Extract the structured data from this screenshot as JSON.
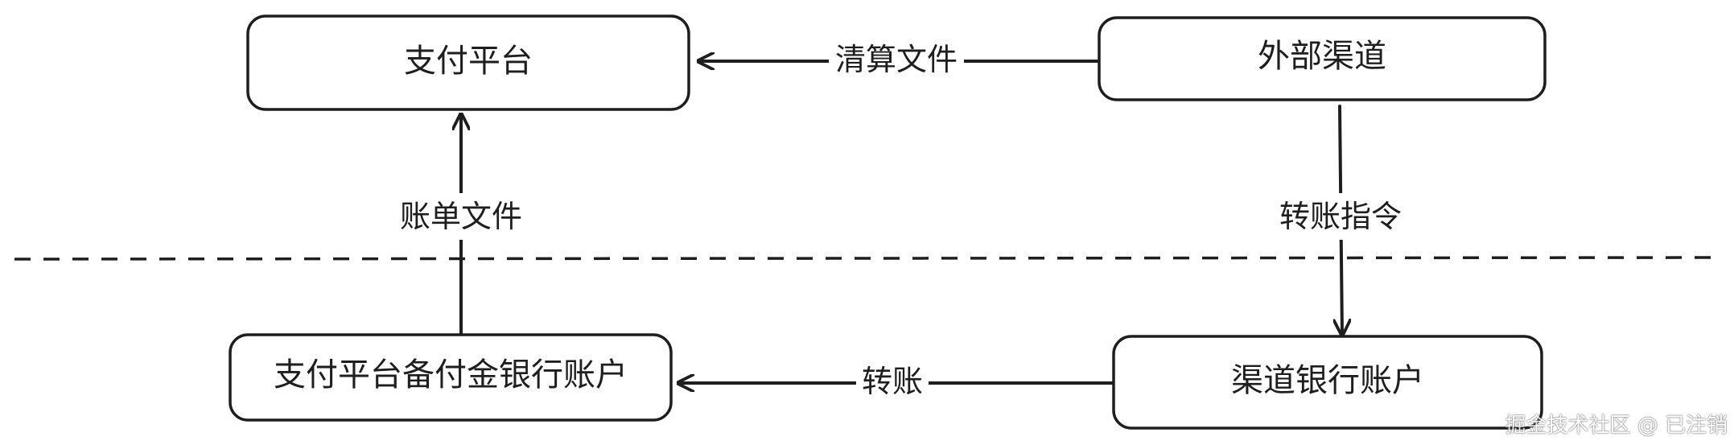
{
  "nodes": {
    "payment_platform": "支付平台",
    "external_channel": "外部渠道",
    "reserve_bank_account": "支付平台备付金银行账户",
    "channel_bank_account": "渠道银行账户"
  },
  "edges": {
    "clearing_file": "清算文件",
    "statement_file": "账单文件",
    "transfer_instruction": "转账指令",
    "transfer": "转账"
  },
  "watermark": "掘金技术社区 @ 已注销",
  "colors": {
    "stroke": "#1e1e1e",
    "background": "#ffffff"
  }
}
